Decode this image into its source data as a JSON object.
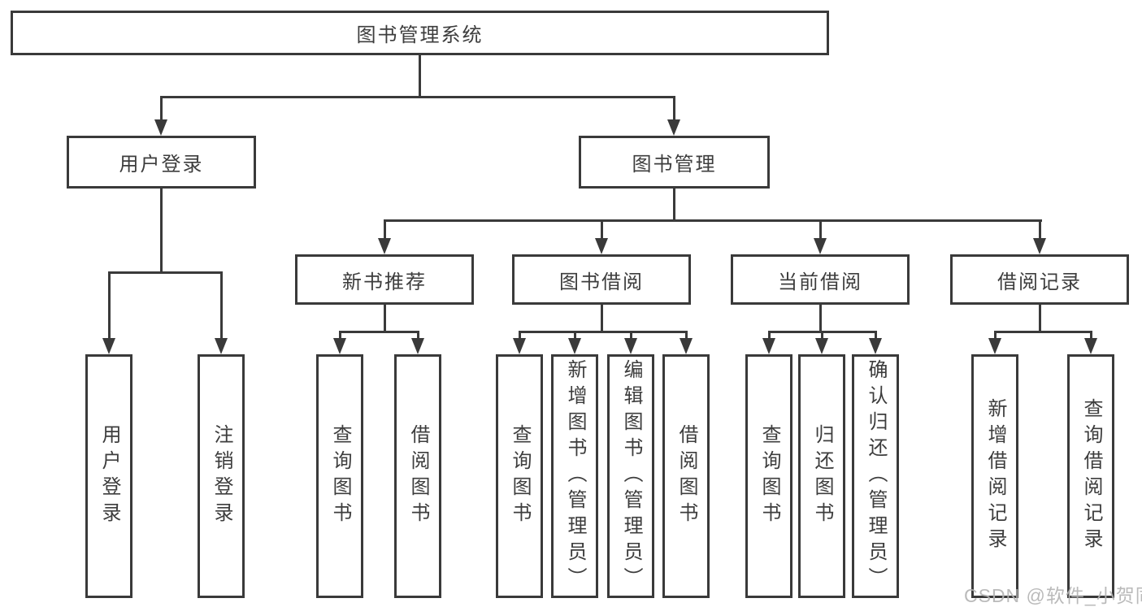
{
  "diagram": {
    "root": {
      "label": "图书管理系统"
    },
    "branches": [
      {
        "label": "用户登录",
        "children": [
          {
            "label": "用户登录"
          },
          {
            "label": "注销登录"
          }
        ]
      },
      {
        "label": "图书管理",
        "children": [
          {
            "label": "新书推荐",
            "children": [
              {
                "label": "查询图书"
              },
              {
                "label": "借阅图书"
              }
            ]
          },
          {
            "label": "图书借阅",
            "children": [
              {
                "label": "查询图书"
              },
              {
                "label": "新增图书（管理员）"
              },
              {
                "label": "编辑图书（管理员）"
              },
              {
                "label": "借阅图书"
              }
            ]
          },
          {
            "label": "当前借阅",
            "children": [
              {
                "label": "查询图书"
              },
              {
                "label": "归还图书"
              },
              {
                "label": "确认归还（管理员）"
              }
            ]
          },
          {
            "label": "借阅记录",
            "children": [
              {
                "label": "新增借阅记录"
              },
              {
                "label": "查询借阅记录"
              }
            ]
          }
        ]
      }
    ]
  },
  "watermark": {
    "text": "CSDN @软件_小贺同学"
  },
  "colors": {
    "line": "#3a3a3a",
    "text": "#3d3d3d",
    "watermark": "#b3b3b3",
    "background": "#ffffff"
  }
}
